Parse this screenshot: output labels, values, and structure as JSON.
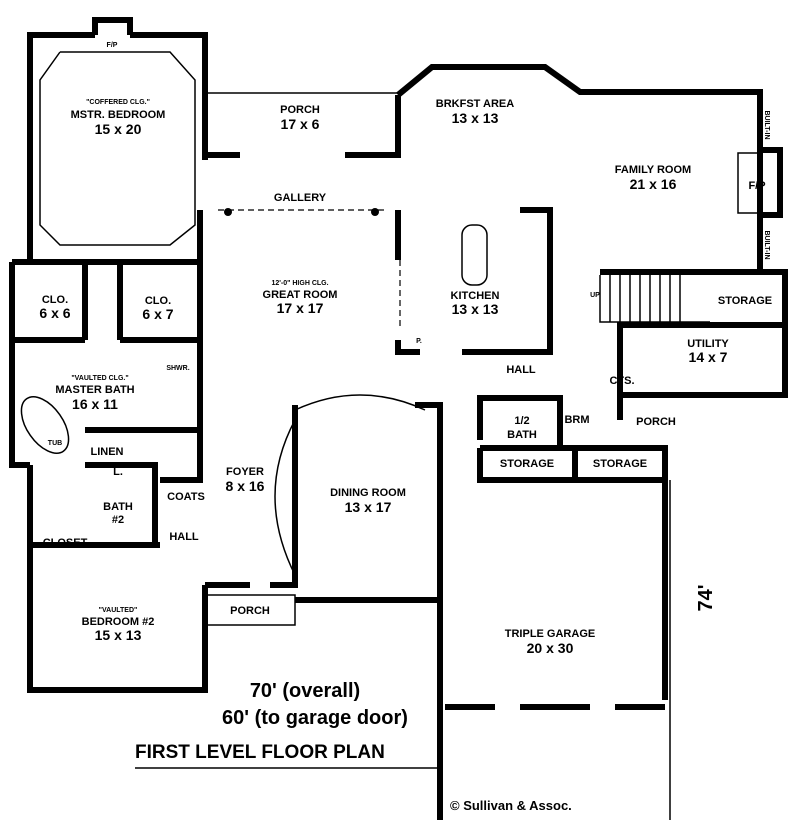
{
  "title": "FIRST LEVEL FLOOR PLAN",
  "overall_width": "70' (overall)",
  "garage_width": "60' (to garage door)",
  "depth": "74'",
  "copyright": "© Sullivan & Assoc.",
  "rooms": {
    "master_fp": "F/P",
    "master_note": "\"COFFERED CLG.\"",
    "master_name": "MSTR. BEDROOM",
    "master_size": "15 x 20",
    "porch_top_name": "PORCH",
    "porch_top_size": "17 x 6",
    "brkfst_name": "BRKFST AREA",
    "brkfst_size": "13 x 13",
    "family_name": "FAMILY ROOM",
    "family_size": "21 x 16",
    "family_fp": "F/P",
    "builtin": "BUILT-IN",
    "gallery": "GALLERY",
    "great_note": "12'-0\" HIGH CLG.",
    "great_name": "GREAT ROOM",
    "great_size": "17 x 17",
    "kitchen_name": "KITCHEN",
    "kitchen_size": "13 x 13",
    "pantry": "P.",
    "stairs_up": "UP",
    "storage": "STORAGE",
    "utility_name": "UTILITY",
    "utility_size": "14 x 7",
    "cts": "CTS.",
    "hall": "HALL",
    "half_bath_1": "1/2",
    "half_bath_2": "BATH",
    "brm": "BRM",
    "porch": "PORCH",
    "clo1_name": "CLO.",
    "clo1_size": "6 x 6",
    "clo2_name": "CLO.",
    "clo2_size": "6 x 7",
    "shower": "SHWR.",
    "mbath_note": "\"VAULTED CLG.\"",
    "mbath_name": "MASTER BATH",
    "mbath_size": "16 x 11",
    "tub": "TUB",
    "linen": "LINEN",
    "linen_l": "L.",
    "coats": "COATS",
    "bath2_1": "BATH",
    "bath2_2": "#2",
    "closet": "CLOSET",
    "foyer_name": "FOYER",
    "foyer_size": "8 x 16",
    "dining_name": "DINING ROOM",
    "dining_size": "13 x 17",
    "bed2_note": "\"VAULTED\"",
    "bed2_name": "BEDROOM #2",
    "bed2_size": "15 x 13",
    "garage_name": "TRIPLE GARAGE",
    "garage_size": "20 x 30"
  }
}
